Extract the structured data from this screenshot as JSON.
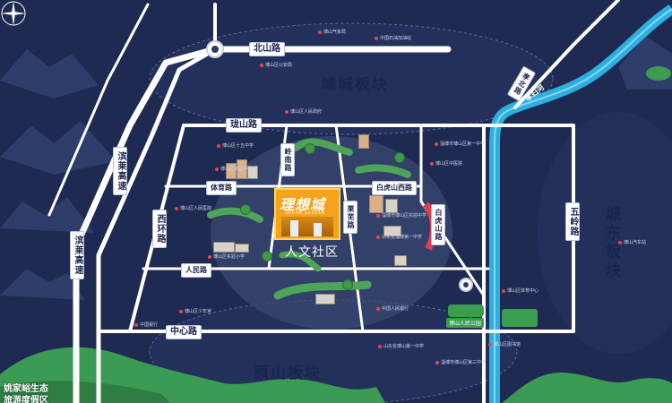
{
  "map": {
    "roads": {
      "beishan": "北山路",
      "longshan": "珑山路",
      "tiyu": "体育路",
      "renmin": "人民路",
      "zhongxin": "中心路",
      "xihuan": "西环路",
      "binlai": "滨莱高速",
      "lingnan_w": "岭南路",
      "laiwu": "莱芜路",
      "baihu_w": "白虎山西路",
      "baihu": "白虎山路",
      "wuling": "五岭路",
      "xiaobei": "孝北路"
    },
    "districts": {
      "yucheng": "域城板块",
      "yuanshan": "原山板块",
      "chengdong": "城东板块"
    },
    "project": {
      "name": "理想城",
      "subtitle": "DREAM GARDEN",
      "community": "人文社区"
    },
    "river": "孝妇河",
    "park": "博山人民公园",
    "resort": [
      "姚家峪生态",
      "旅游度假区"
    ],
    "pois": [
      "中国石油加油站",
      "博山气象局",
      "博山区实验中学",
      "博山区十五中学",
      "博山区公安局",
      "博山区人民政府",
      "淄博市博山区第一中学",
      "山东省淄博第一中学",
      "博山区实验小学",
      "中国人民银行",
      "中国银行",
      "博山区中医院",
      "博山区人民医院",
      "淄博市博山区第三中学",
      "博山区图书馆",
      "淄博市博山区实验中学",
      "博山区体育中心",
      "博山区少年宫",
      "博山汽车站",
      "山东省博山第一中学"
    ]
  },
  "colors": {
    "background": "#1e2a52",
    "road": "#ffffff",
    "river": "#2bb0e0",
    "project": "#f5a21c",
    "green": "#3f9a4a"
  }
}
